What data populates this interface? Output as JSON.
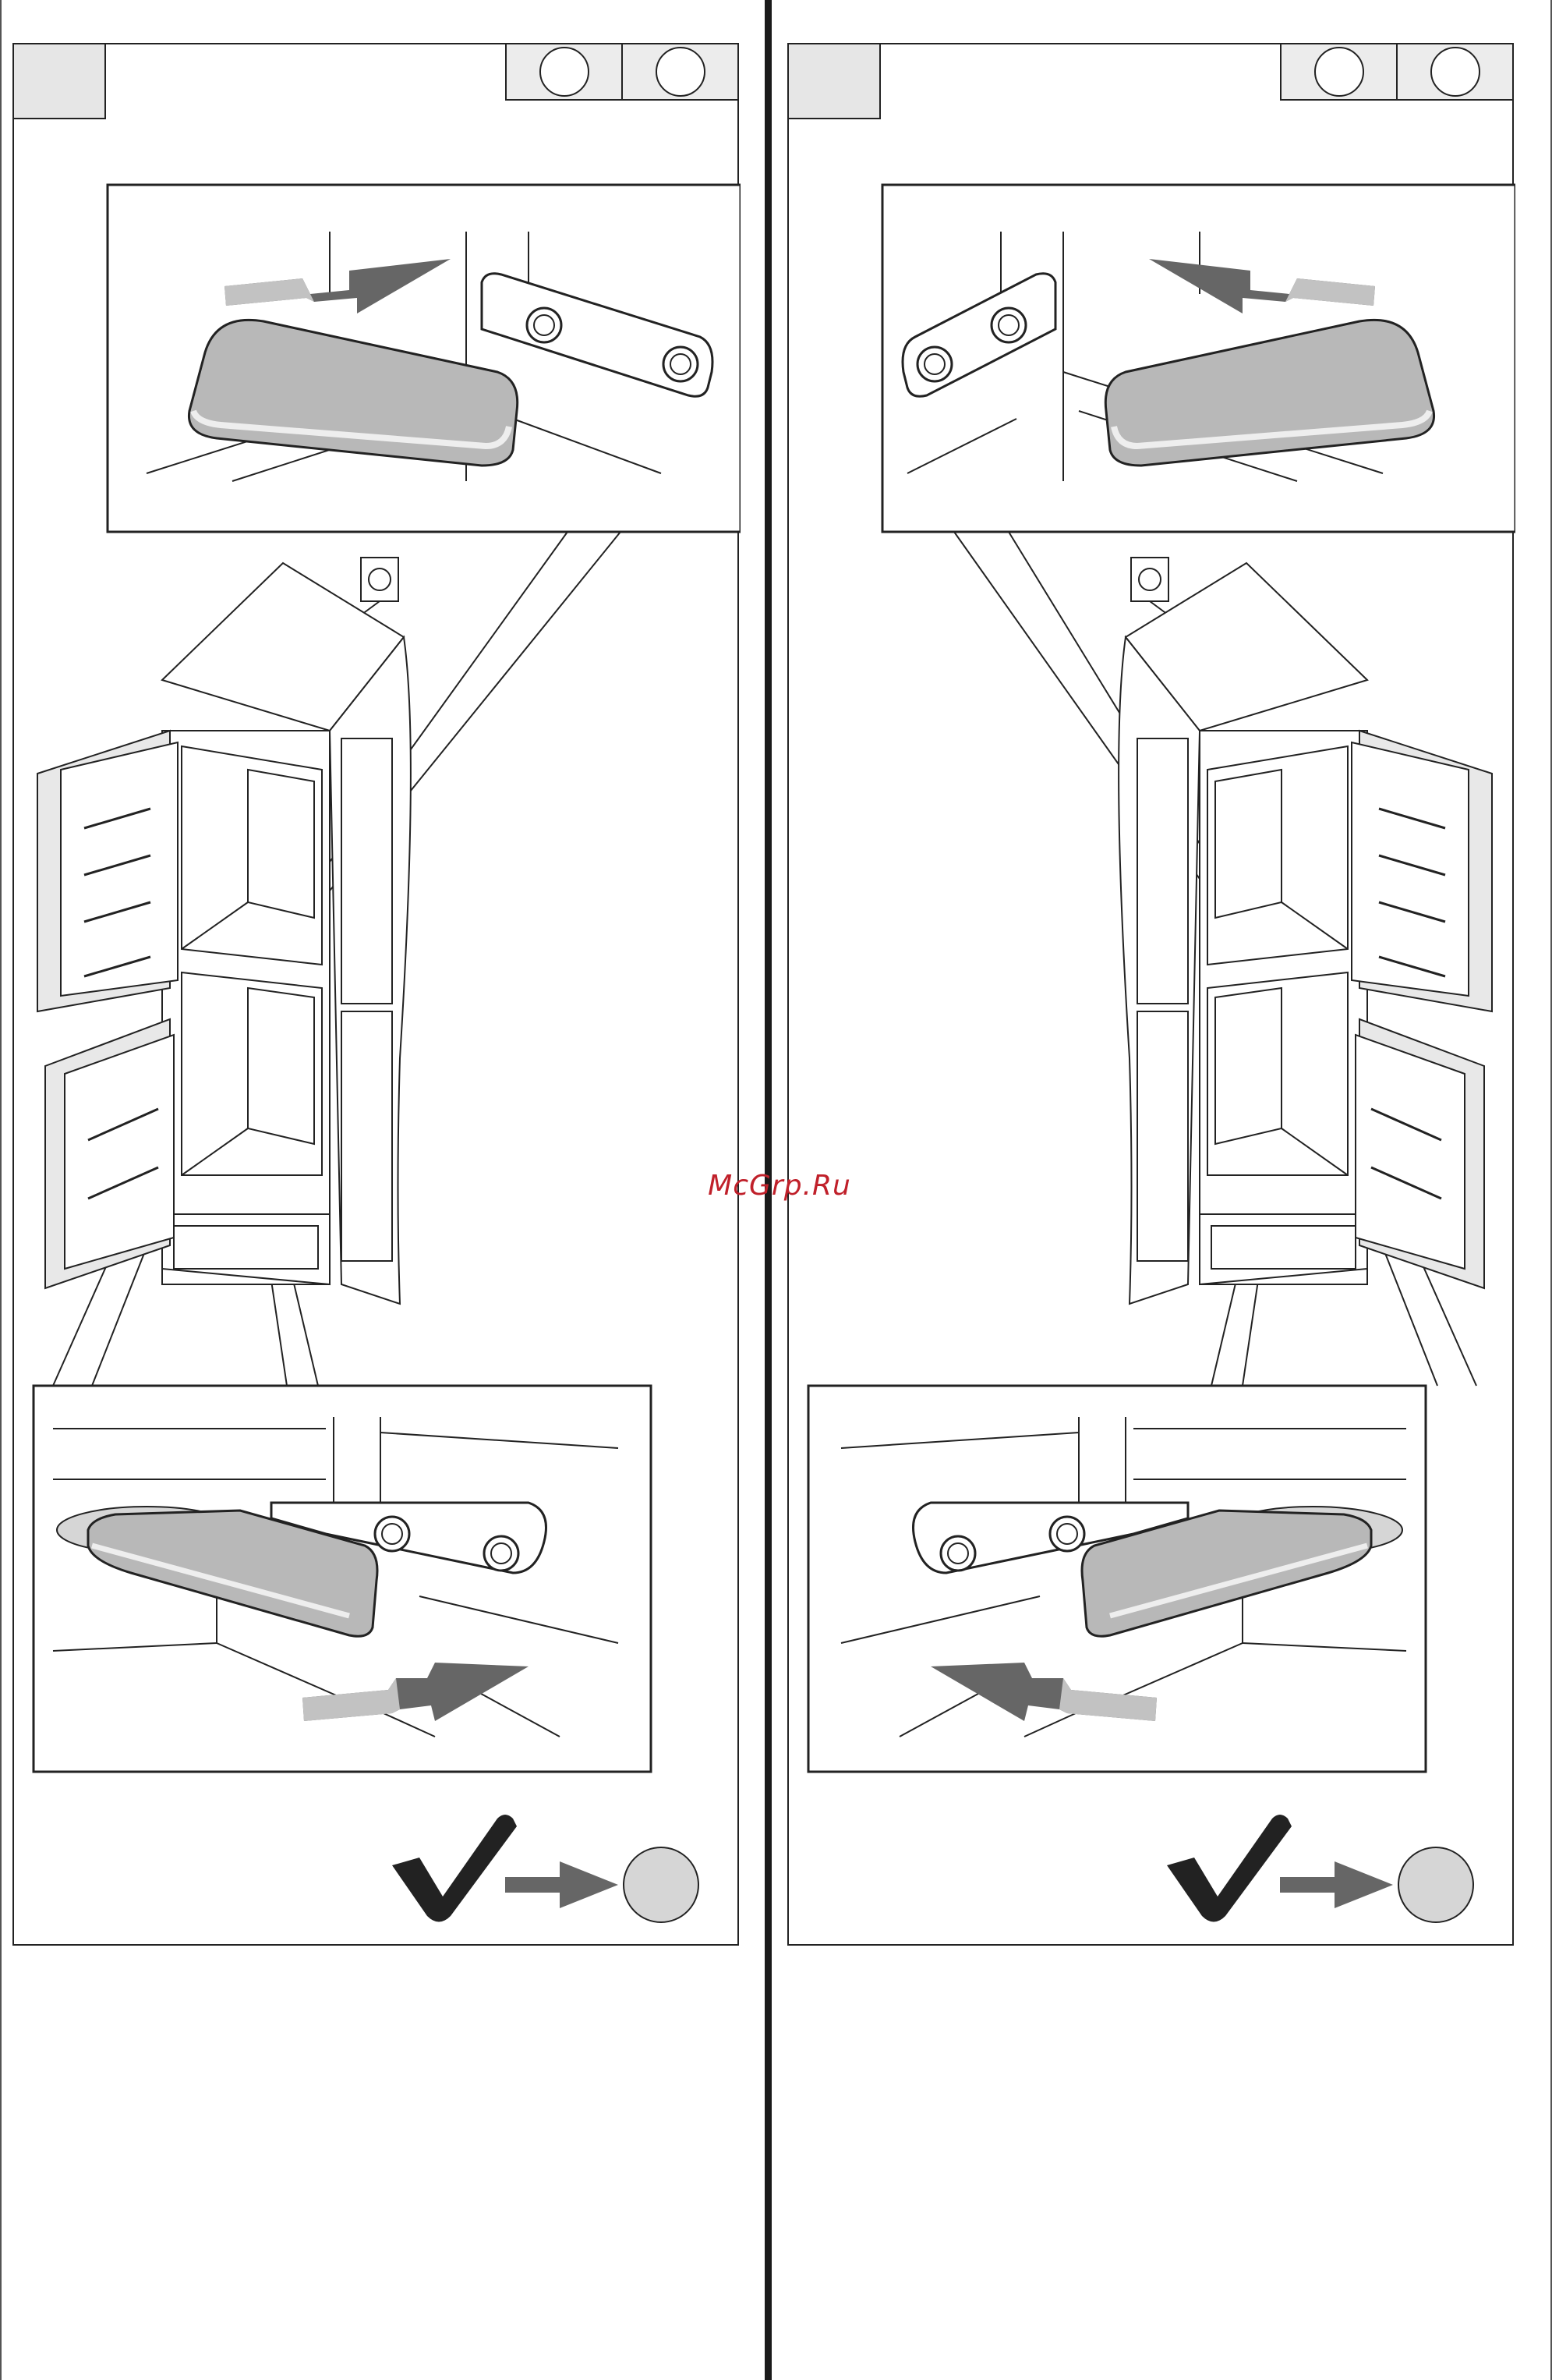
{
  "document": {
    "watermark": "McGrp.Ru"
  },
  "panels": [
    {
      "side": "left",
      "action_icon": "check-icon",
      "next_icon": "arrow-right-icon",
      "target_icon": "grey-circle-icon"
    },
    {
      "side": "right",
      "action_icon": "check-icon",
      "next_icon": "arrow-right-icon",
      "target_icon": "grey-circle-icon"
    }
  ],
  "colors": {
    "line": "#222222",
    "cover_fill": "#b8b8b8",
    "cover_light": "#d6d6d6",
    "arrow_dark": "#666666",
    "arrow_light": "#c2c2c2",
    "box_fill": "#e6e6e6",
    "watermark": "#c0202a"
  }
}
